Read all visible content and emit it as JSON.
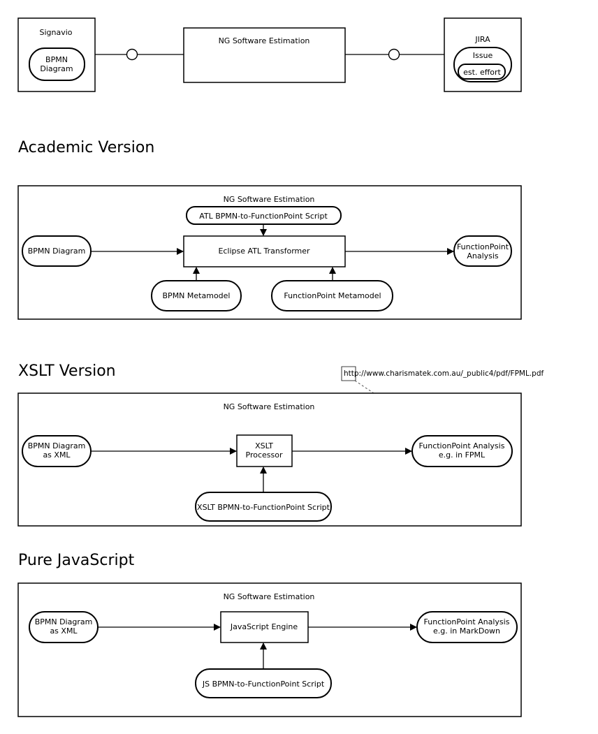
{
  "top": {
    "signavio_title": "Signavio",
    "bpmn_diagram_line1": "BPMN",
    "bpmn_diagram_line2": "Diagram",
    "ng_title": "NG Software Estimation",
    "jira_title": "JIRA",
    "issue_label": "Issue",
    "est_effort_label": "est. effort"
  },
  "academic": {
    "heading": "Academic Version",
    "container_title": "NG Software Estimation",
    "atl_script": "ATL BPMN-to-FunctionPoint Script",
    "bpmn_diagram": "BPMN Diagram",
    "transformer": "Eclipse ATL Transformer",
    "output_line1": "FunctionPoint",
    "output_line2": "Analysis",
    "bpmn_metamodel": "BPMN Metamodel",
    "fp_metamodel": "FunctionPoint Metamodel"
  },
  "xslt": {
    "heading": "XSLT Version",
    "url_note": "http://www.charismatek.com.au/_public4/pdf/FPML.pdf",
    "container_title": "NG Software Estimation",
    "input_line1": "BPMN Diagram",
    "input_line2": "as XML",
    "processor_line1": "XSLT",
    "processor_line2": "Processor",
    "output_line1": "FunctionPoint Analysis",
    "output_line2": "e.g. in FPML",
    "script": "XSLT BPMN-to-FunctionPoint Script"
  },
  "js": {
    "heading": "Pure JavaScript",
    "container_title": "NG Software Estimation",
    "input_line1": "BPMN Diagram",
    "input_line2": "as XML",
    "engine": "JavaScript Engine",
    "output_line1": "FunctionPoint Analysis",
    "output_line2": "e.g. in MarkDown",
    "script": "JS BPMN-to-FunctionPoint Script"
  }
}
